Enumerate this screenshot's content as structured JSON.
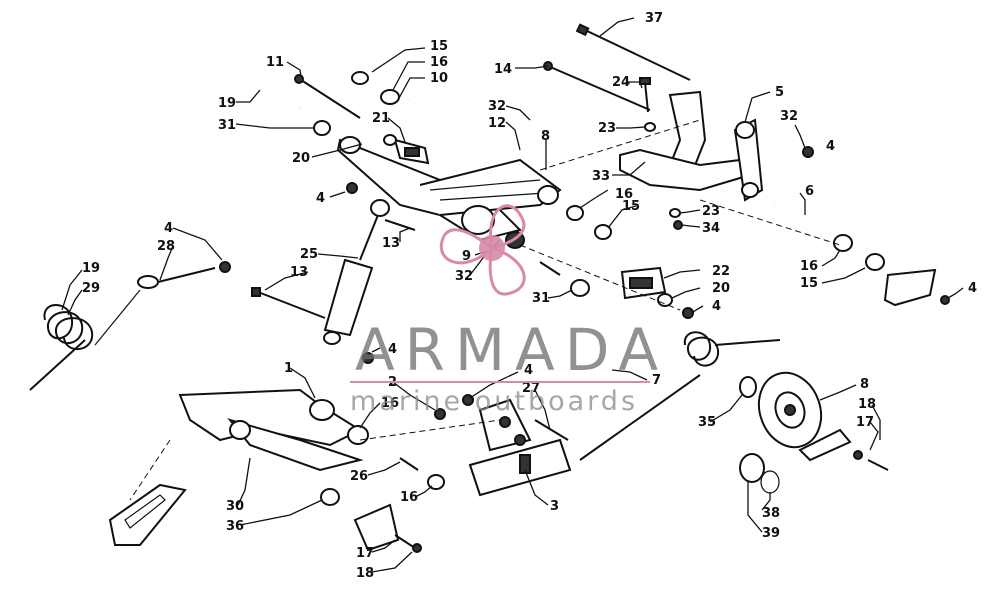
{
  "watermark": {
    "title": "ARMADA",
    "subtitle": "marine outboards",
    "accent_color": "#d88aa8",
    "text_color": "#6d6d6d"
  },
  "callouts": {
    "n37": "37",
    "n15a": "15",
    "n16a": "16",
    "n10": "10",
    "n11": "11",
    "n14": "14",
    "n24": "24",
    "n5": "5",
    "n32a": "32",
    "n19a": "19",
    "n31a": "31",
    "n21": "21",
    "n32b": "32",
    "n12": "12",
    "n8a": "8",
    "n23a": "23",
    "n4a": "4",
    "n20a": "20",
    "n33": "33",
    "n4b": "4",
    "n16b": "16",
    "n15b": "15",
    "n23b": "23",
    "n34": "34",
    "n6": "6",
    "n13a": "13",
    "n25": "25",
    "n9": "9",
    "n32c": "32",
    "n22": "22",
    "n16c": "16",
    "n15c": "15",
    "n13b": "13",
    "n20b": "20",
    "n4c": "4",
    "n4d": "4",
    "n31b": "31",
    "n4e": "4",
    "n28": "28",
    "n19b": "19",
    "n29": "29",
    "n4f": "4",
    "n7": "7",
    "n1": "1",
    "n2": "2",
    "n4g": "4",
    "n27": "27",
    "n8b": "8",
    "n16d": "16",
    "n18a": "18",
    "n35": "35",
    "n17a": "17",
    "n26": "26",
    "n30": "30",
    "n16e": "16",
    "n3": "3",
    "n36": "36",
    "n38": "38",
    "n39": "39",
    "n17b": "17",
    "n18b": "18"
  }
}
